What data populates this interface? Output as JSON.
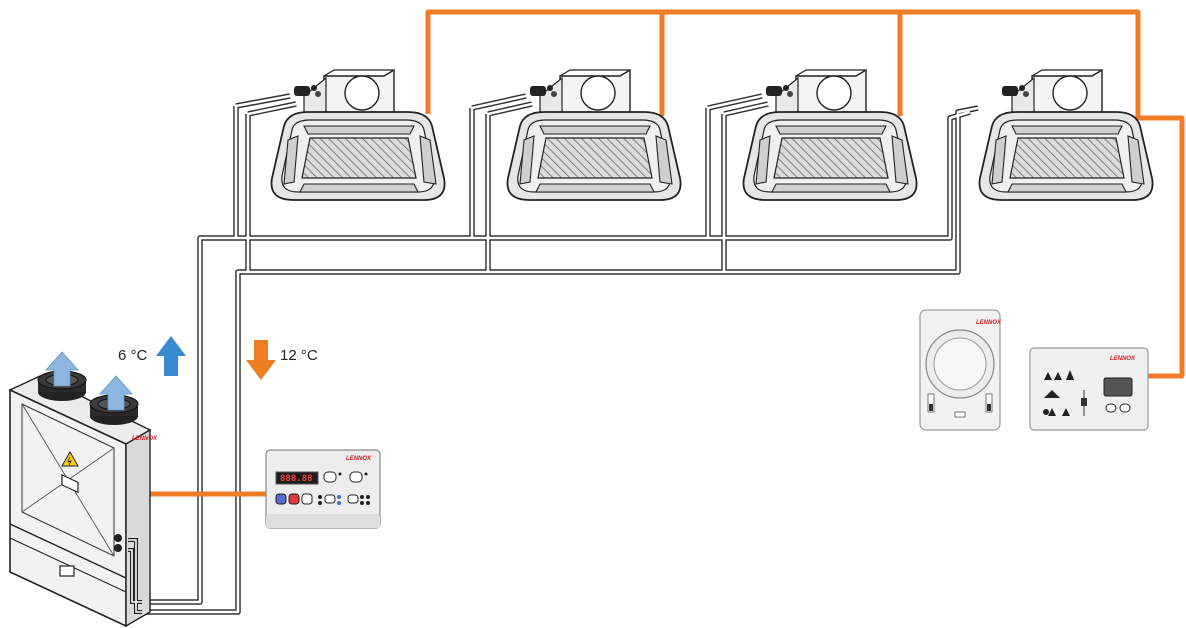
{
  "labels": {
    "supply_temp": "6 °C",
    "return_temp": "12 °C"
  },
  "brand": {
    "wall_thermostat": "LENNOX",
    "remote_panel": "LENNOX",
    "chiller_controller": "LENNOX",
    "chiller_unit": "LENNOX"
  },
  "controller": {
    "display_value": "888.88"
  },
  "colors": {
    "control_wire": "#f07c26",
    "supply_arrow": "#3a8ad0",
    "return_arrow": "#ef7d22",
    "exhaust_arrow": "#8db7e0",
    "brand_red": "#d6202a"
  },
  "icons": {
    "cassette_units": [
      "cassette-unit-icon",
      "cassette-unit-icon",
      "cassette-unit-icon",
      "cassette-unit-icon"
    ],
    "chiller": "chiller-unit-icon",
    "fans": [
      "fan-icon",
      "fan-icon"
    ],
    "warning": "warning-icon"
  }
}
